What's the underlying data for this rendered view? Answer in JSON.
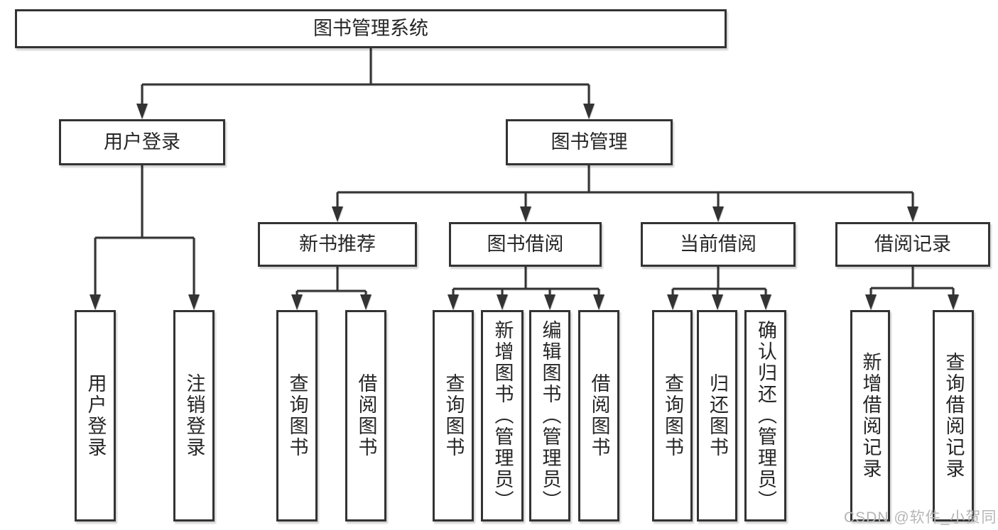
{
  "diagram_type": "hierarchy-tree",
  "colors": {
    "line": "#333333",
    "box_border": "#333333",
    "box_fill": "#ffffff",
    "text": "#262626",
    "watermark_text": "#b5b5b5",
    "background": "#ffffff"
  },
  "tree": {
    "label": "图书管理系统",
    "children": [
      {
        "label": "用户登录",
        "children": [
          {
            "label": "用户登录"
          },
          {
            "label": "注销登录"
          }
        ]
      },
      {
        "label": "图书管理",
        "children": [
          {
            "label": "新书推荐",
            "children": [
              {
                "label": "查询图书"
              },
              {
                "label": "借阅图书"
              }
            ]
          },
          {
            "label": "图书借阅",
            "children": [
              {
                "label": "查询图书"
              },
              {
                "label": "新增图书（管理员）"
              },
              {
                "label": "编辑图书（管理员）"
              },
              {
                "label": "借阅图书"
              }
            ]
          },
          {
            "label": "当前借阅",
            "children": [
              {
                "label": "查询图书"
              },
              {
                "label": "归还图书"
              },
              {
                "label": "确认归还（管理员）"
              }
            ]
          },
          {
            "label": "借阅记录",
            "children": [
              {
                "label": "新增借阅记录"
              },
              {
                "label": "查询借阅记录"
              }
            ]
          }
        ]
      }
    ]
  },
  "watermark": "CSDN @软件_小贺同学"
}
